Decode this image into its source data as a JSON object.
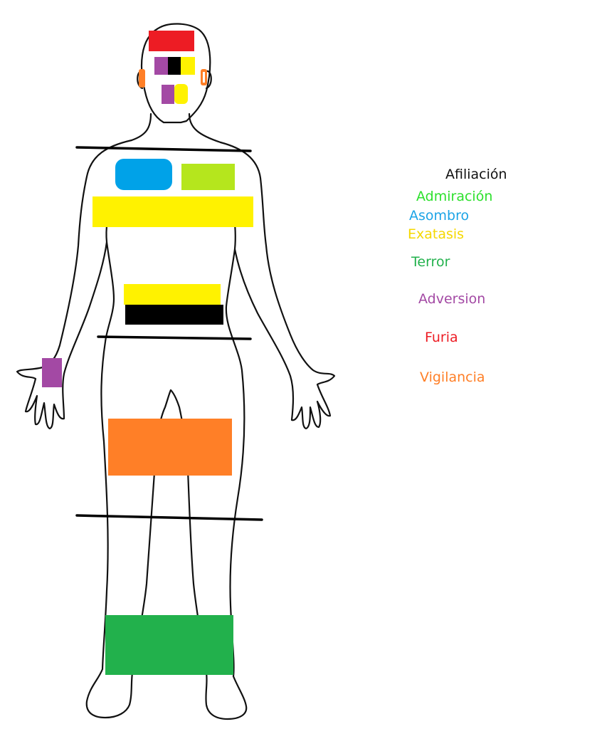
{
  "legend": [
    {
      "id": "afiliacion",
      "label": "Afiliación",
      "color": "#111111"
    },
    {
      "id": "admiracion",
      "label": "Admiración",
      "color": "#2de02d"
    },
    {
      "id": "asombro",
      "label": "Asombro",
      "color": "#1ca4e6"
    },
    {
      "id": "exatasis",
      "label": "Exatasis",
      "color": "#f5d800"
    },
    {
      "id": "terror",
      "label": "Terror",
      "color": "#22b14c"
    },
    {
      "id": "adversion",
      "label": "Adversion",
      "color": "#a349a4"
    },
    {
      "id": "furia",
      "label": "Furia",
      "color": "#ed1c24"
    },
    {
      "id": "vigilancia",
      "label": "Vigilancia",
      "color": "#ff7f27"
    }
  ],
  "palette": {
    "black": "#000000",
    "yellow": "#fff200",
    "lime": "#b5e61d",
    "blue": "#00a2e8",
    "purple": "#a349a4",
    "red": "#ed1c24",
    "orange": "#ff7f27",
    "green": "#22b14c"
  }
}
